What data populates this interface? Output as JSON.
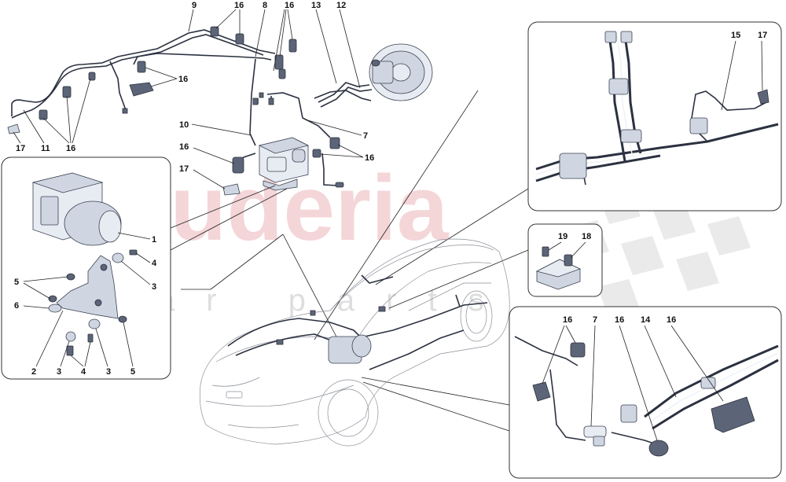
{
  "watermark": {
    "brand": "scuderia",
    "tagline": "car parts"
  },
  "callouts": {
    "main": {
      "c9": "9",
      "c16a": "16",
      "c8": "8",
      "c16b": "16",
      "c13": "13",
      "c12": "12",
      "c16c": "16",
      "c17a": "17",
      "c11": "11",
      "c16d": "16",
      "c10": "10",
      "c7": "7",
      "c16e": "16",
      "c16f": "16",
      "c17b": "17"
    },
    "abs": {
      "c1": "1",
      "c4a": "4",
      "c3a": "3",
      "c5a": "5",
      "c6": "6",
      "c2": "2",
      "c3b": "3",
      "c4b": "4",
      "c3c": "3",
      "c5b": "5"
    },
    "top_right": {
      "c15": "15",
      "c17": "17"
    },
    "sensor": {
      "c19": "19",
      "c18": "18"
    },
    "bottom_right": {
      "c16a": "16",
      "c7": "7",
      "c16b": "16",
      "c14": "14",
      "c16c": "16"
    }
  }
}
